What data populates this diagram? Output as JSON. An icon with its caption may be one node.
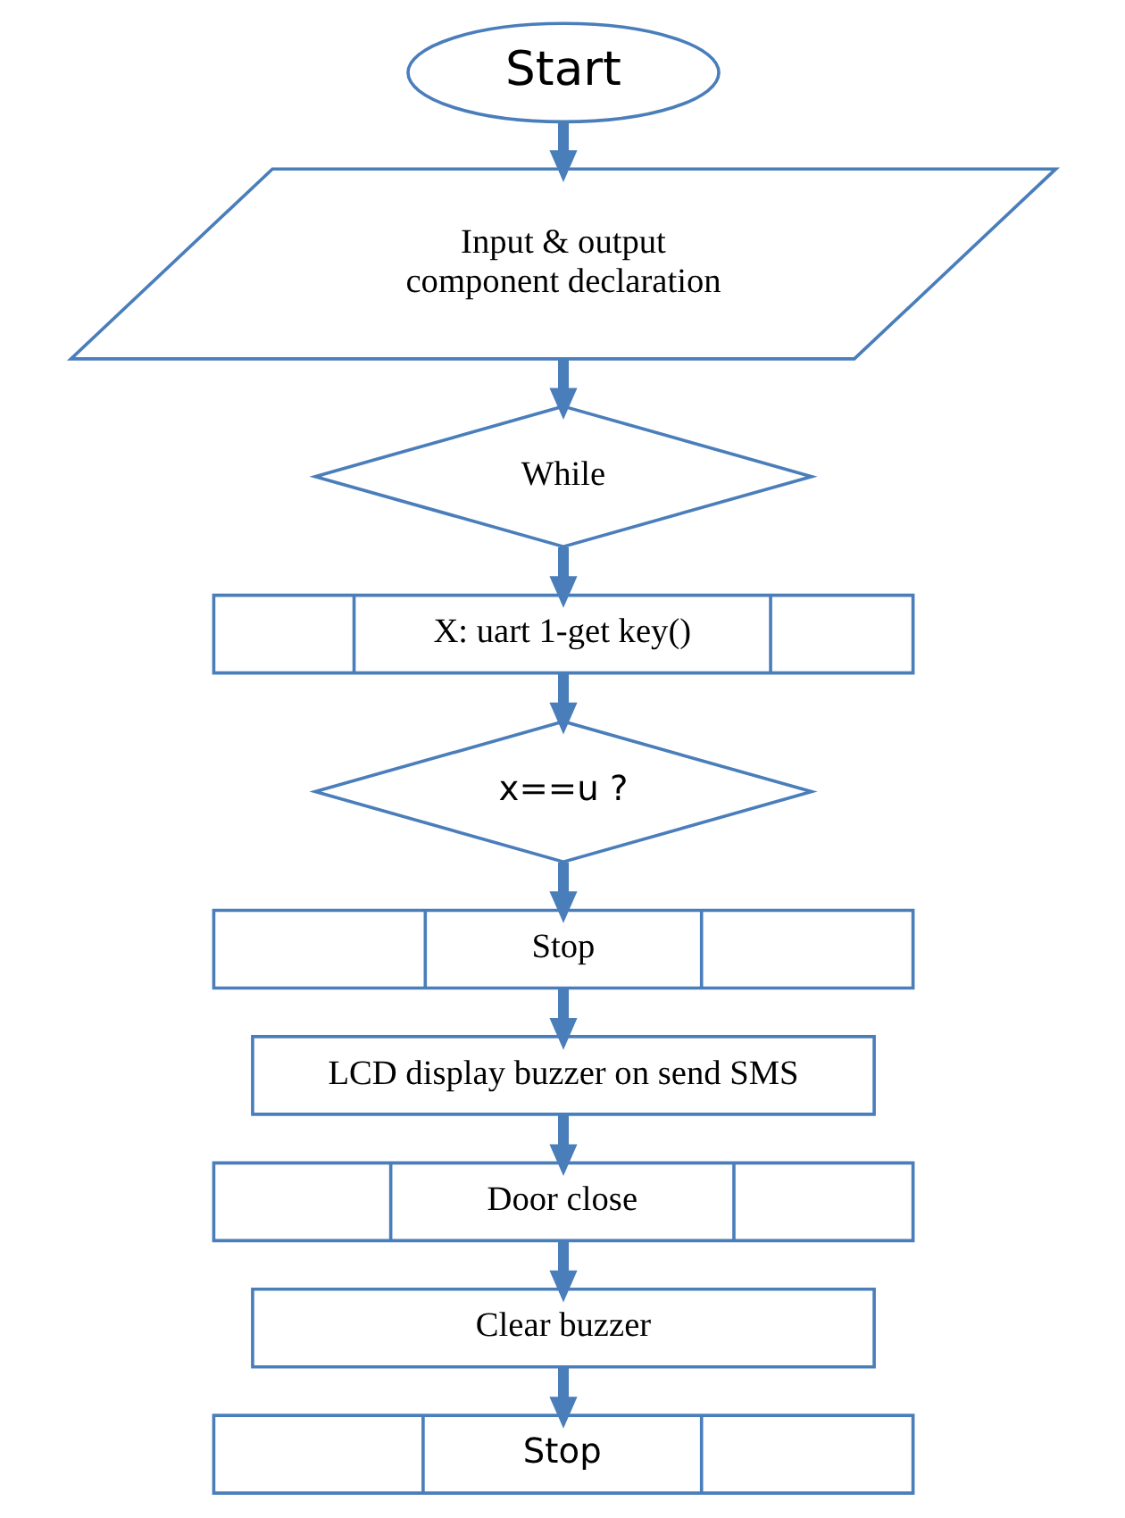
{
  "diagram": {
    "nodes": [
      {
        "text": [
          "Start"
        ]
      },
      {
        "text": [
          "Input & output component declaration"
        ]
      },
      {
        "text": [
          "While"
        ]
      },
      {
        "text": [
          "X: uart 1-get key()"
        ]
      },
      {
        "text": [
          "x==u ?"
        ]
      },
      {
        "text": [
          "Stop"
        ]
      },
      {
        "text": [
          "LCD display buzzer on send SMS"
        ]
      },
      {
        "text": [
          "Door close"
        ]
      },
      {
        "text": [
          "Clear buzzer"
        ]
      },
      {
        "text": [
          "Stop"
        ]
      }
    ],
    "edges": [
      {
        "from": 0,
        "to": 1,
        "arrow": "to"
      },
      {
        "from": 1,
        "to": 2,
        "arrow": "to"
      },
      {
        "from": 2,
        "to": 3,
        "arrow": "to"
      },
      {
        "from": 3,
        "to": 4,
        "arrow": "to"
      },
      {
        "from": 4,
        "to": 5,
        "arrow": "to"
      },
      {
        "from": 5,
        "to": 6,
        "arrow": "to"
      },
      {
        "from": 6,
        "to": 7,
        "arrow": "to"
      },
      {
        "from": 7,
        "to": 8,
        "arrow": "to"
      },
      {
        "from": 8,
        "to": 9,
        "arrow": "to"
      }
    ]
  }
}
